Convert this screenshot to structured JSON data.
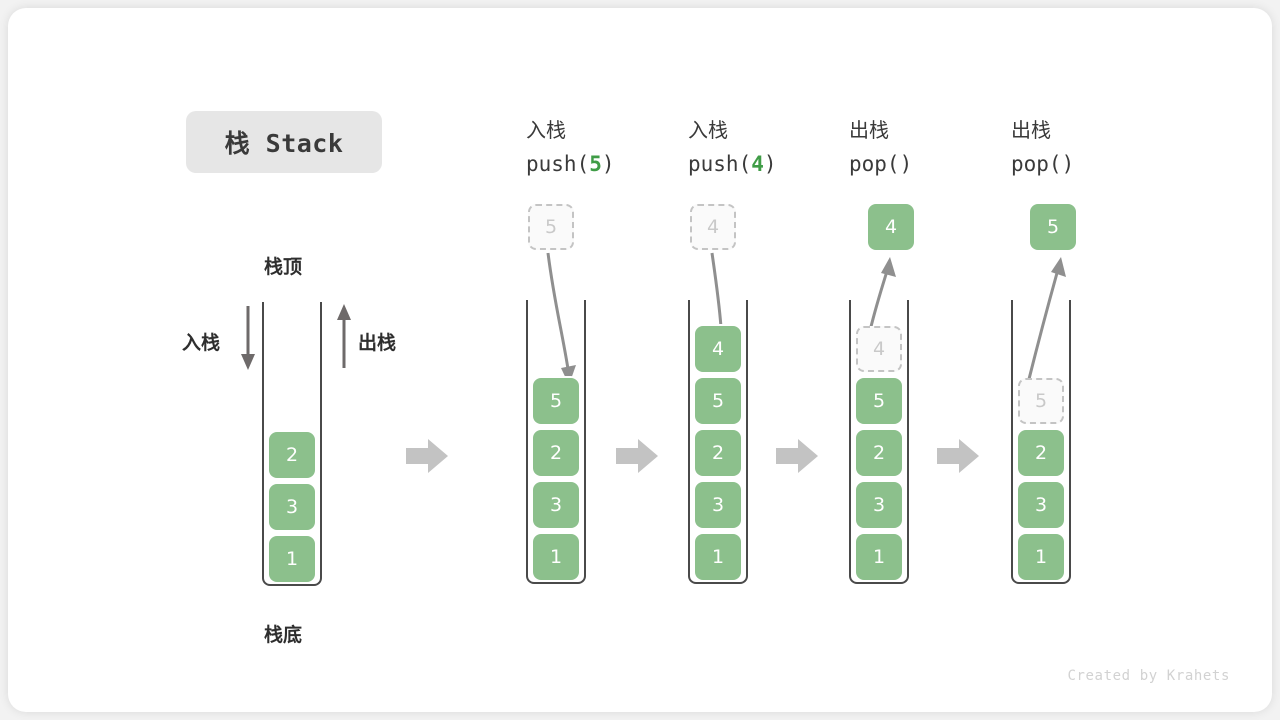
{
  "title": "栈 Stack",
  "labels": {
    "top": "栈顶",
    "bottom": "栈底",
    "push": "入栈",
    "pop": "出栈"
  },
  "footer": "Created by Krahets",
  "colors": {
    "cell_fill": "#8cc08c",
    "cell_text": "#ffffff",
    "ghost_border": "#c4c4c4",
    "ghost_text": "#c9c9c9",
    "accent_green": "#3f9c46",
    "arrow_gray": "#8f8f8f",
    "step_arrow_gray": "#c3c3c3",
    "outline": "#4a4a4a",
    "title_chip_bg": "#e6e6e6",
    "canvas_bg": "#ffffff",
    "page_bg": "#f2f2f2"
  },
  "columns": [
    {
      "id": "initial",
      "head_cn": "",
      "head_code_prefix": "",
      "head_code_arg": "",
      "head_code_suffix": "",
      "floating": null,
      "ghost_top": null,
      "cells": [
        "2",
        "3",
        "1"
      ]
    },
    {
      "id": "push-5",
      "head_cn": "入栈",
      "head_code_prefix": "push(",
      "head_code_arg": "5",
      "head_code_suffix": ")",
      "floating": {
        "value": "5",
        "style": "ghost"
      },
      "ghost_top": null,
      "cells": [
        "5",
        "2",
        "3",
        "1"
      ]
    },
    {
      "id": "push-4",
      "head_cn": "入栈",
      "head_code_prefix": "push(",
      "head_code_arg": "4",
      "head_code_suffix": ")",
      "floating": {
        "value": "4",
        "style": "ghost"
      },
      "ghost_top": null,
      "cells": [
        "4",
        "5",
        "2",
        "3",
        "1"
      ]
    },
    {
      "id": "pop-4",
      "head_cn": "出栈",
      "head_code_prefix": "pop(",
      "head_code_arg": "",
      "head_code_suffix": ")",
      "floating": {
        "value": "4",
        "style": "filled"
      },
      "ghost_top": "4",
      "cells": [
        "5",
        "2",
        "3",
        "1"
      ]
    },
    {
      "id": "pop-5",
      "head_cn": "出栈",
      "head_code_prefix": "pop(",
      "head_code_arg": "",
      "head_code_suffix": ")",
      "floating": {
        "value": "5",
        "style": "filled"
      },
      "ghost_top": "5",
      "cells": [
        "2",
        "3",
        "1"
      ]
    }
  ]
}
